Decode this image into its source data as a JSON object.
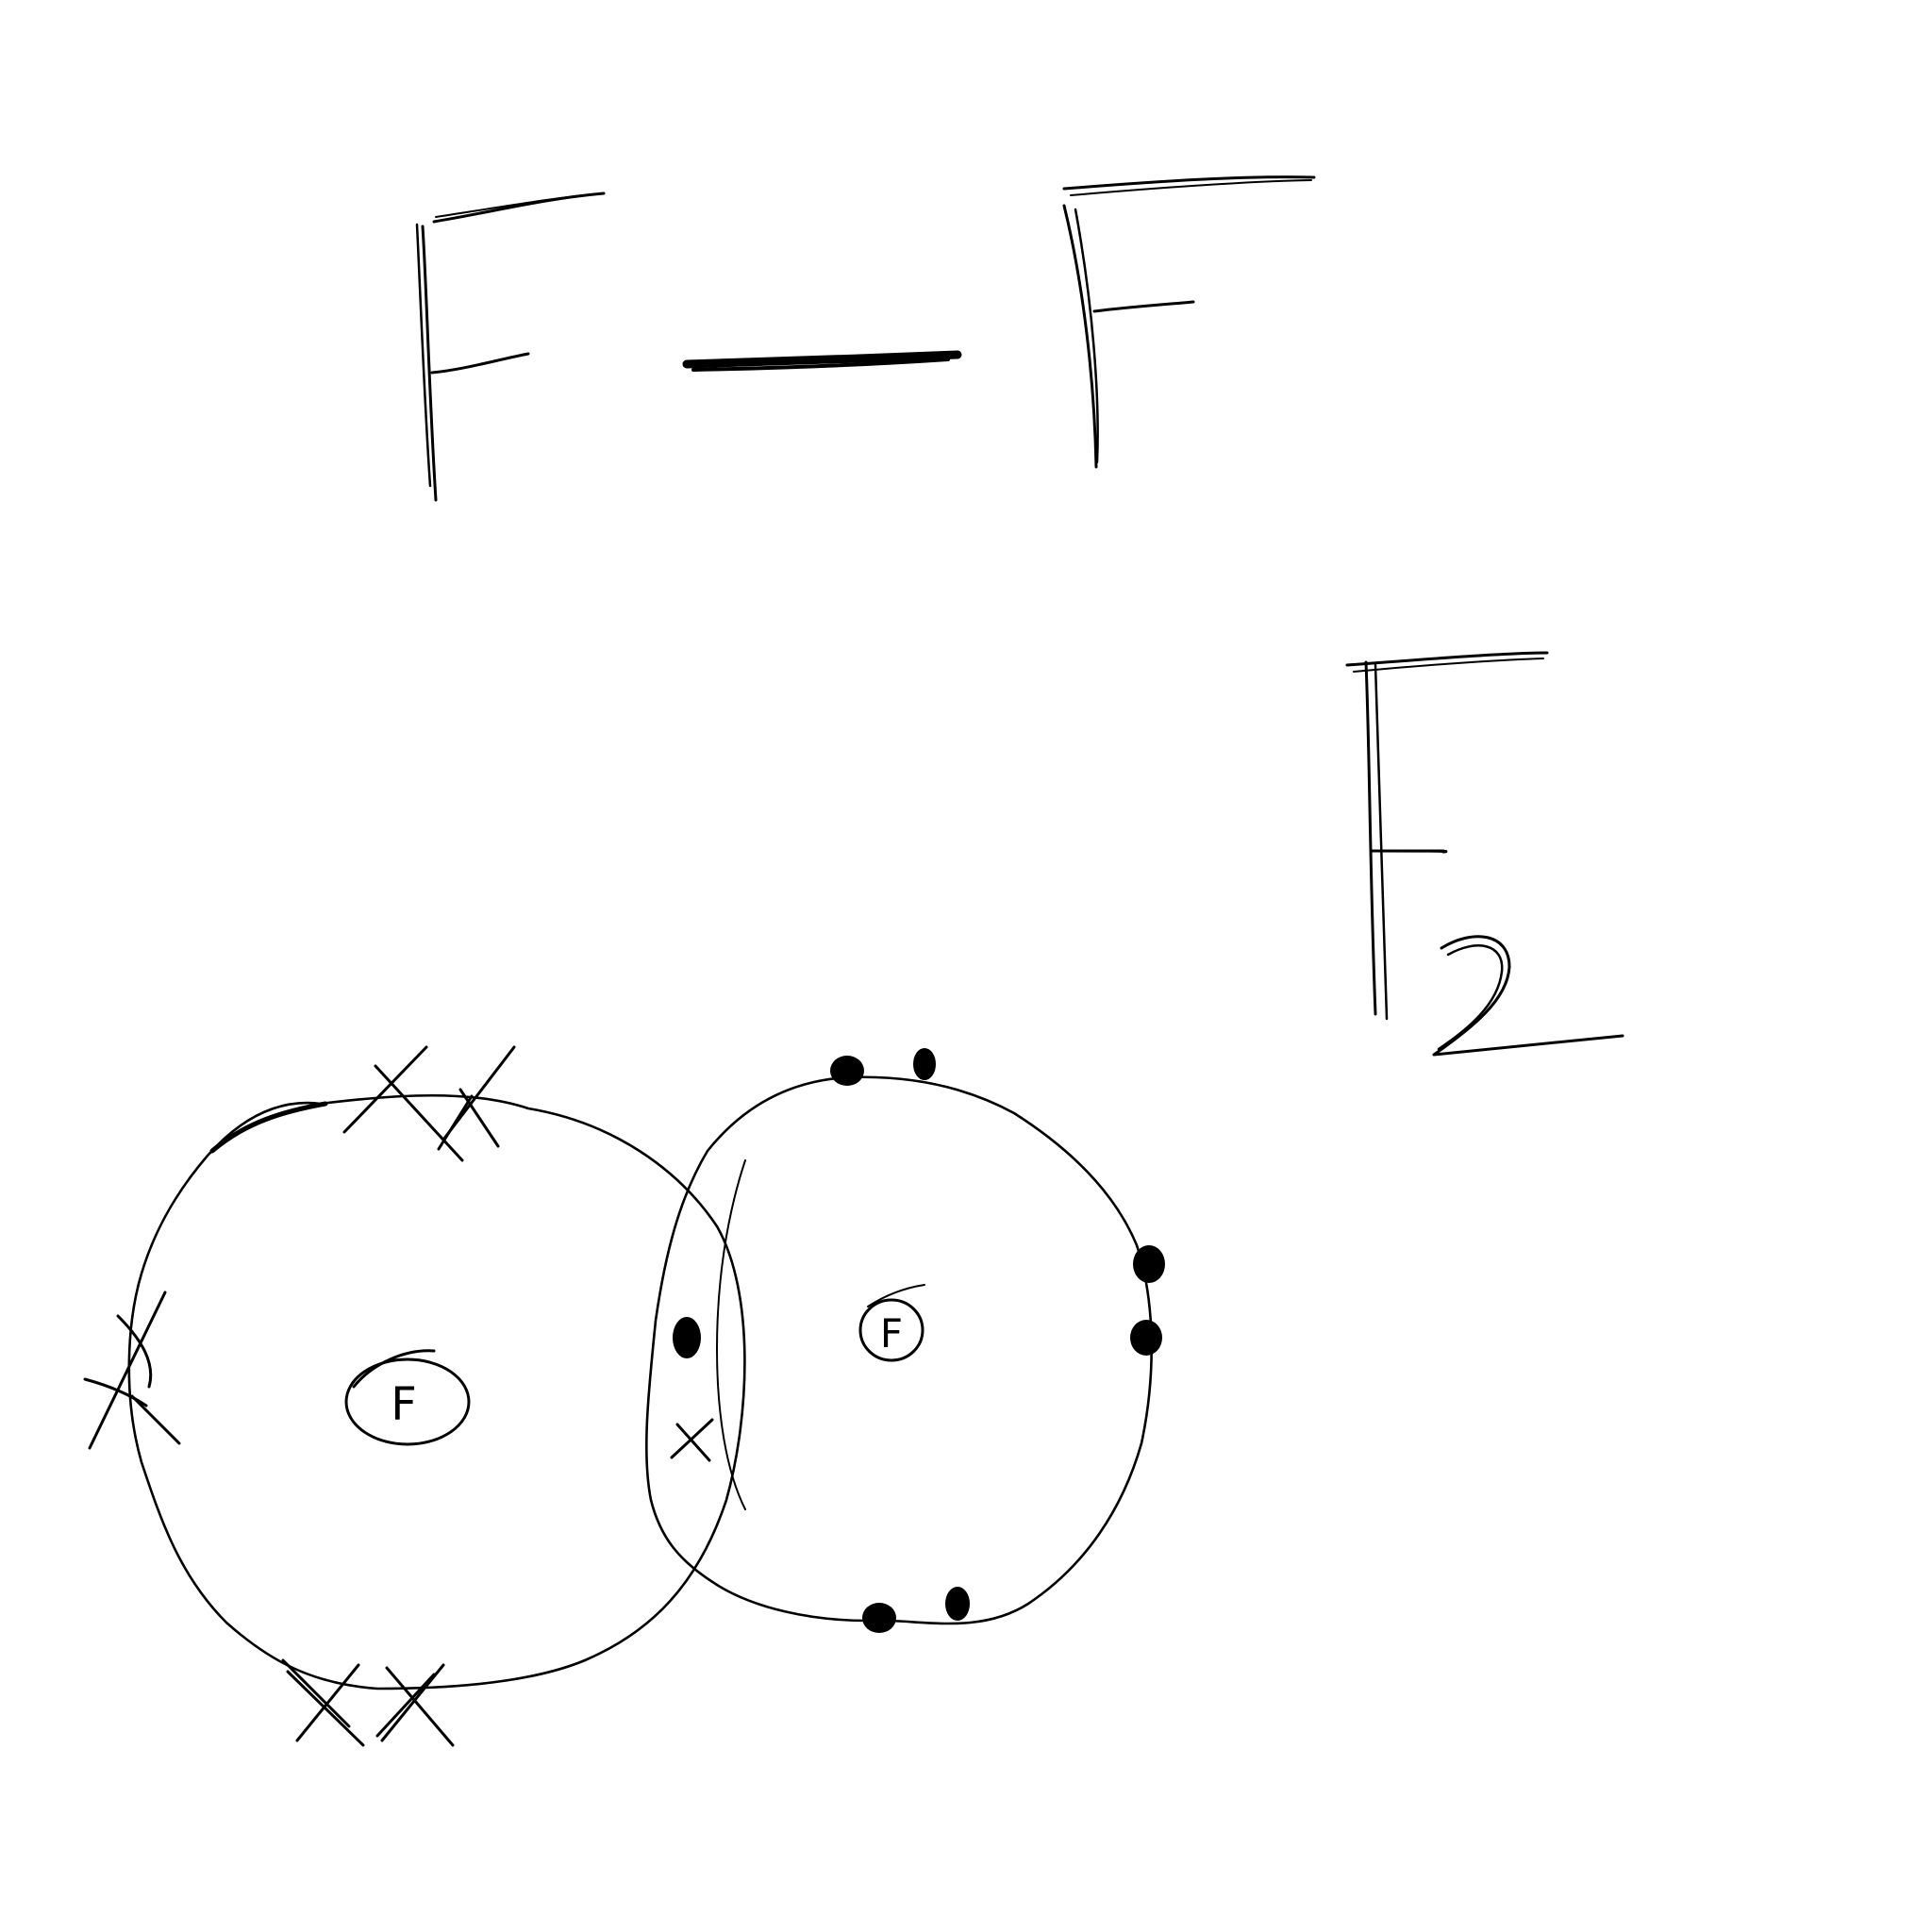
{
  "structural_formula": {
    "left_atom": "F",
    "right_atom": "F",
    "bond": "single"
  },
  "molecular_formula": {
    "element": "F",
    "subscript": "2"
  },
  "dot_cross_diagram": {
    "left_atom": {
      "symbol": "F",
      "electron_marker": "cross"
    },
    "right_atom": {
      "symbol": "F",
      "electron_marker": "dot"
    },
    "shared_pair": [
      "dot",
      "cross"
    ]
  }
}
